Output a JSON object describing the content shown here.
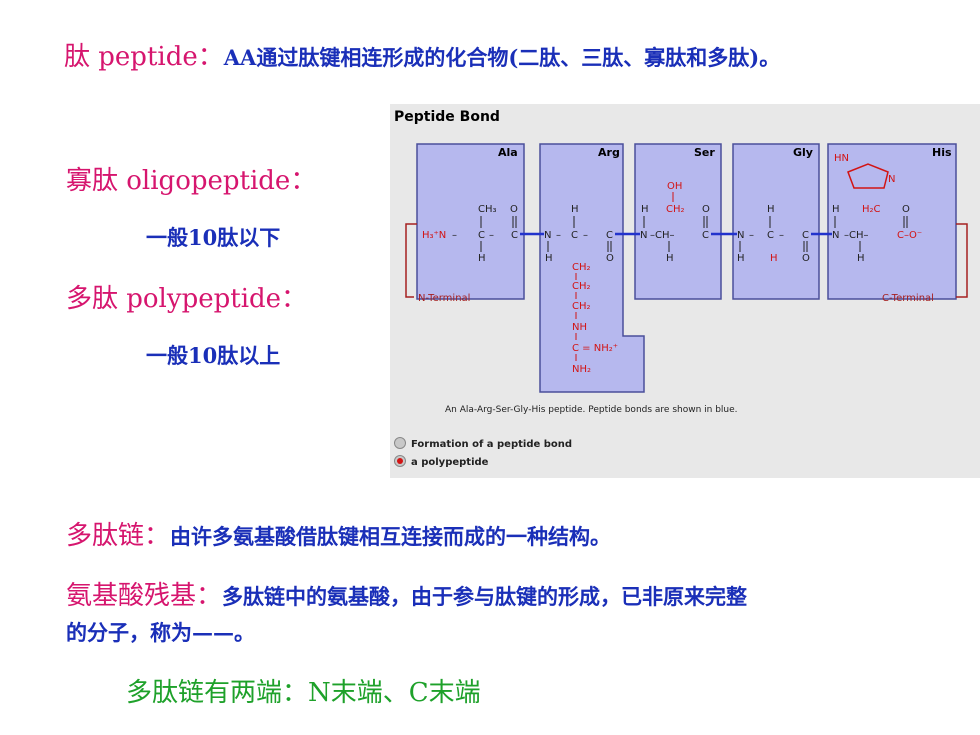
{
  "line1": {
    "term": "肽 peptide：",
    "definition": "AA通过肽键相连形成的化合物(二肽、三肽、寡肽和多肽)。"
  },
  "oligo": {
    "term": "寡肽 oligopeptide：",
    "note": "一般10肽以下"
  },
  "poly": {
    "term": "多肽 polypeptide：",
    "note": "一般10肽以上"
  },
  "chain": {
    "term": "多肽链：",
    "definition": "由许多氨基酸借肽键相互连接而成的一种结构。"
  },
  "residue": {
    "term": "氨基酸残基：",
    "definition_1": "多肽链中的氨基酸，由于参与肽键的形成，已非原来完整",
    "definition_2": "的分子，称为——。"
  },
  "ends": "多肽链有两端：N末端、C末端",
  "figure": {
    "title": "Peptide Bond",
    "residues": [
      "Ala",
      "Arg",
      "Ser",
      "Gly",
      "His"
    ],
    "n_terminal": "N-Terminal",
    "c_terminal": "C-Terminal",
    "caption": "An Ala-Arg-Ser-Gly-His peptide.  Peptide bonds are shown in blue.",
    "options": [
      "Formation of a peptide bond",
      "a polypeptide"
    ],
    "colors": {
      "box": "#b6b8ee",
      "box_border": "#4a4f9a",
      "bond": "#2233cc",
      "side": "#d21414",
      "bracket": "#a62020"
    }
  }
}
